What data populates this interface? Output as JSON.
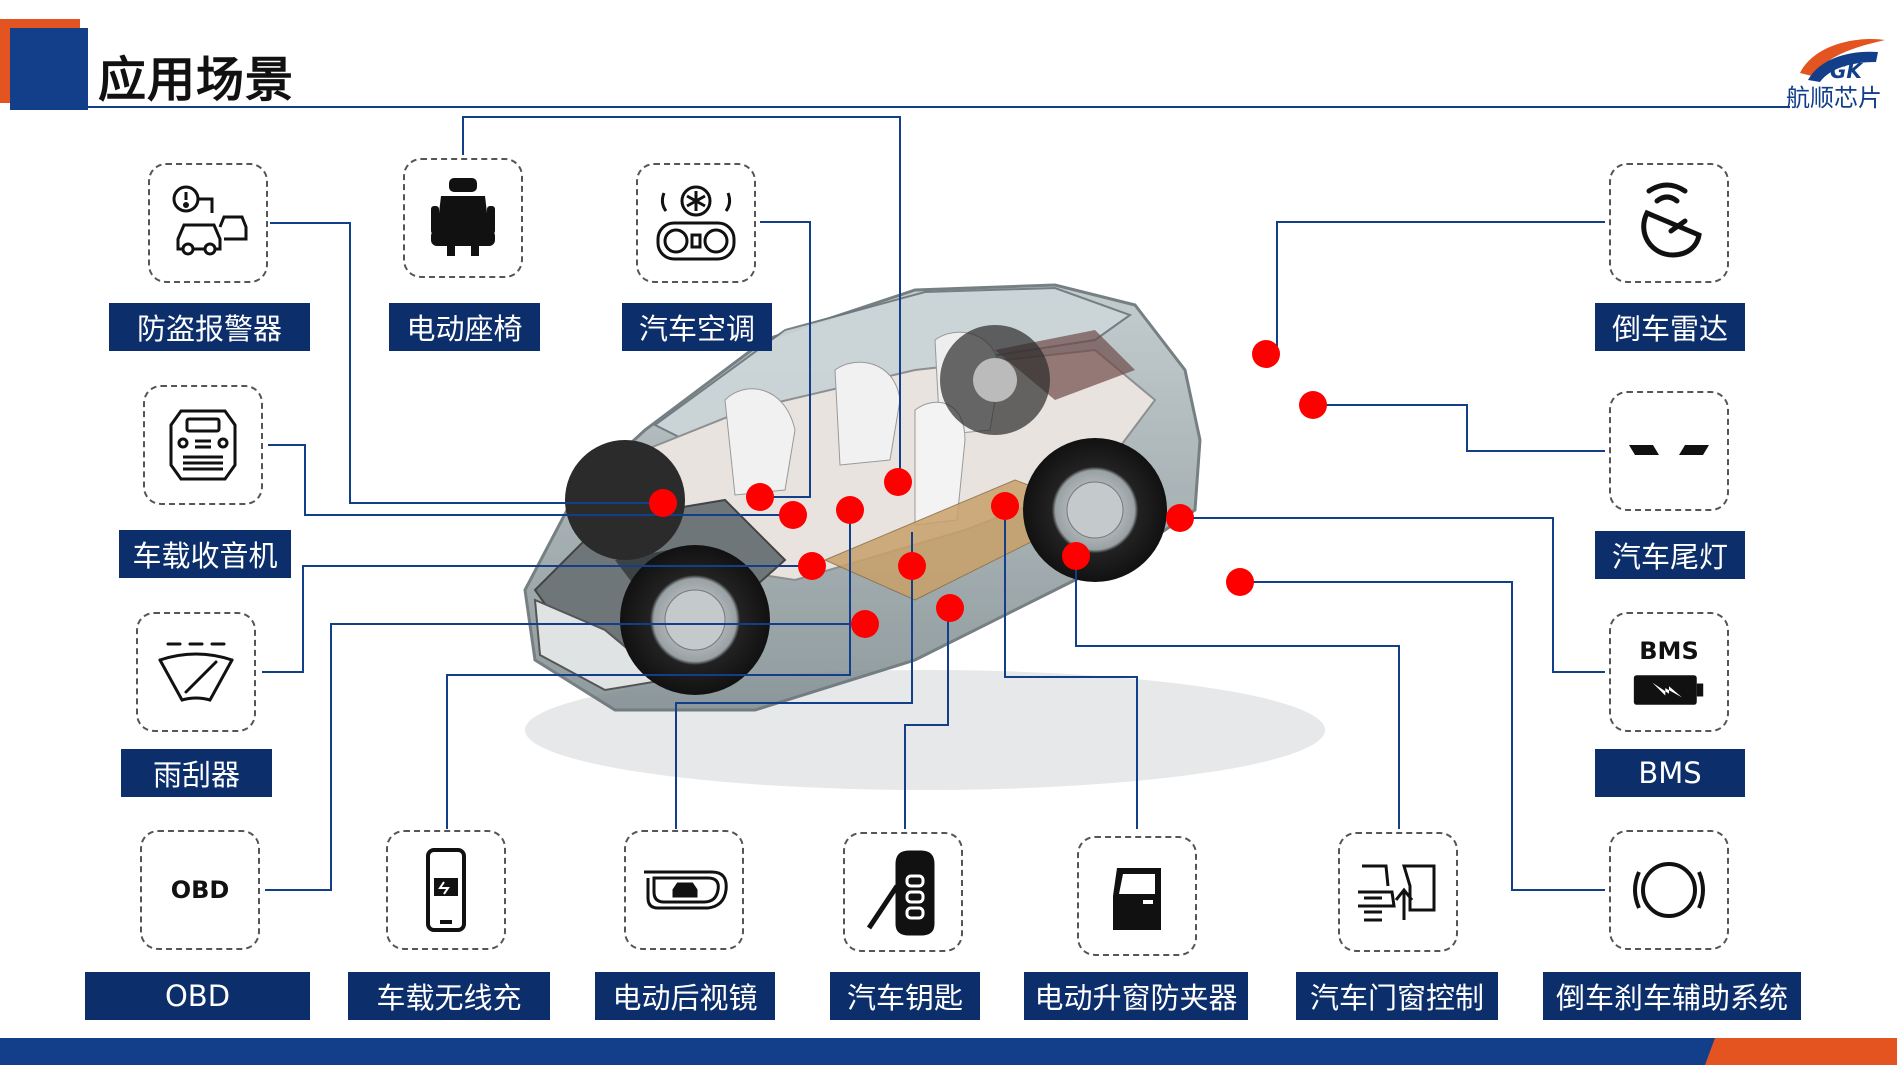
{
  "header": {
    "title": "应用场景",
    "logo_text": "航顺芯片",
    "accent_blue": "#133f8a",
    "accent_orange": "#e35420",
    "label_bg": "#0c2e6b",
    "marker_color": "#ff0000"
  },
  "applications": [
    {
      "id": "anti-theft-alarm",
      "label": "防盗报警器",
      "icon": "car-alarm-icon"
    },
    {
      "id": "power-seat",
      "label": "电动座椅",
      "icon": "seat-icon"
    },
    {
      "id": "car-ac",
      "label": "汽车空调",
      "icon": "air-conditioner-icon"
    },
    {
      "id": "reverse-radar",
      "label": "倒车雷达",
      "icon": "radar-dish-icon"
    },
    {
      "id": "car-radio",
      "label": "车载收音机",
      "icon": "radio-icon"
    },
    {
      "id": "tail-light",
      "label": "汽车尾灯",
      "icon": "tail-light-icon"
    },
    {
      "id": "wiper",
      "label": "雨刮器",
      "icon": "wiper-icon"
    },
    {
      "id": "bms",
      "label": "BMS",
      "icon": "battery-icon",
      "icon_text": "BMS"
    },
    {
      "id": "obd",
      "label": "OBD",
      "icon": "obd-icon",
      "icon_text": "OBD"
    },
    {
      "id": "wireless-charger",
      "label": "车载无线充",
      "icon": "wireless-charge-icon"
    },
    {
      "id": "power-mirror",
      "label": "电动后视镜",
      "icon": "mirror-icon"
    },
    {
      "id": "car-key",
      "label": "汽车钥匙",
      "icon": "car-key-icon"
    },
    {
      "id": "anti-pinch-window",
      "label": "电动升窗防夹器",
      "icon": "car-door-icon"
    },
    {
      "id": "door-window-control",
      "label": "汽车门窗控制",
      "icon": "door-control-icon"
    },
    {
      "id": "brake-assist",
      "label": "倒车刹车辅助系统",
      "icon": "brake-icon"
    }
  ]
}
